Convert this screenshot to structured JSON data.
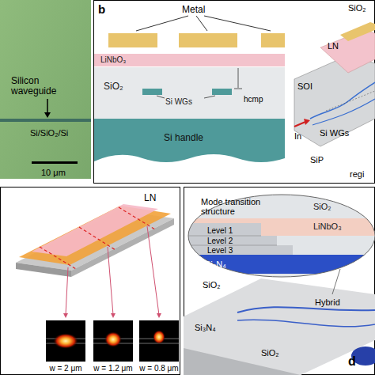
{
  "diagram": {
    "nodes": [
      {
        "text": [
          "LiNbO₃"
        ]
      },
      {
        "text": [
          "SiO₂",
          "Si WGs"
        ]
      },
      {
        "text": [
          "Si handle"
        ]
      },
      {
        "text": [
          "SiO₂"
        ]
      },
      {
        "text": [
          "LiNbO₃"
        ]
      },
      {
        "text": [
          "Si₃N₄"
        ]
      }
    ],
    "labels": [
      "Silicon waveguide",
      "Si/SiO₂/Si",
      "10 μm",
      "b",
      "Metal",
      "SiO₂",
      "LN",
      "hcmp",
      "SOI",
      "In",
      "Si WGs",
      "SiP",
      "regi",
      "LN",
      "w = 2 μm",
      "w = 1.2 μm",
      "w = 0.8 μm",
      "Mode transition structure",
      "Level 1",
      "Level 2",
      "Level 3",
      "SiO₂",
      "Hybrid",
      "Si₃N₄",
      "SiO₂",
      "d"
    ]
  }
}
